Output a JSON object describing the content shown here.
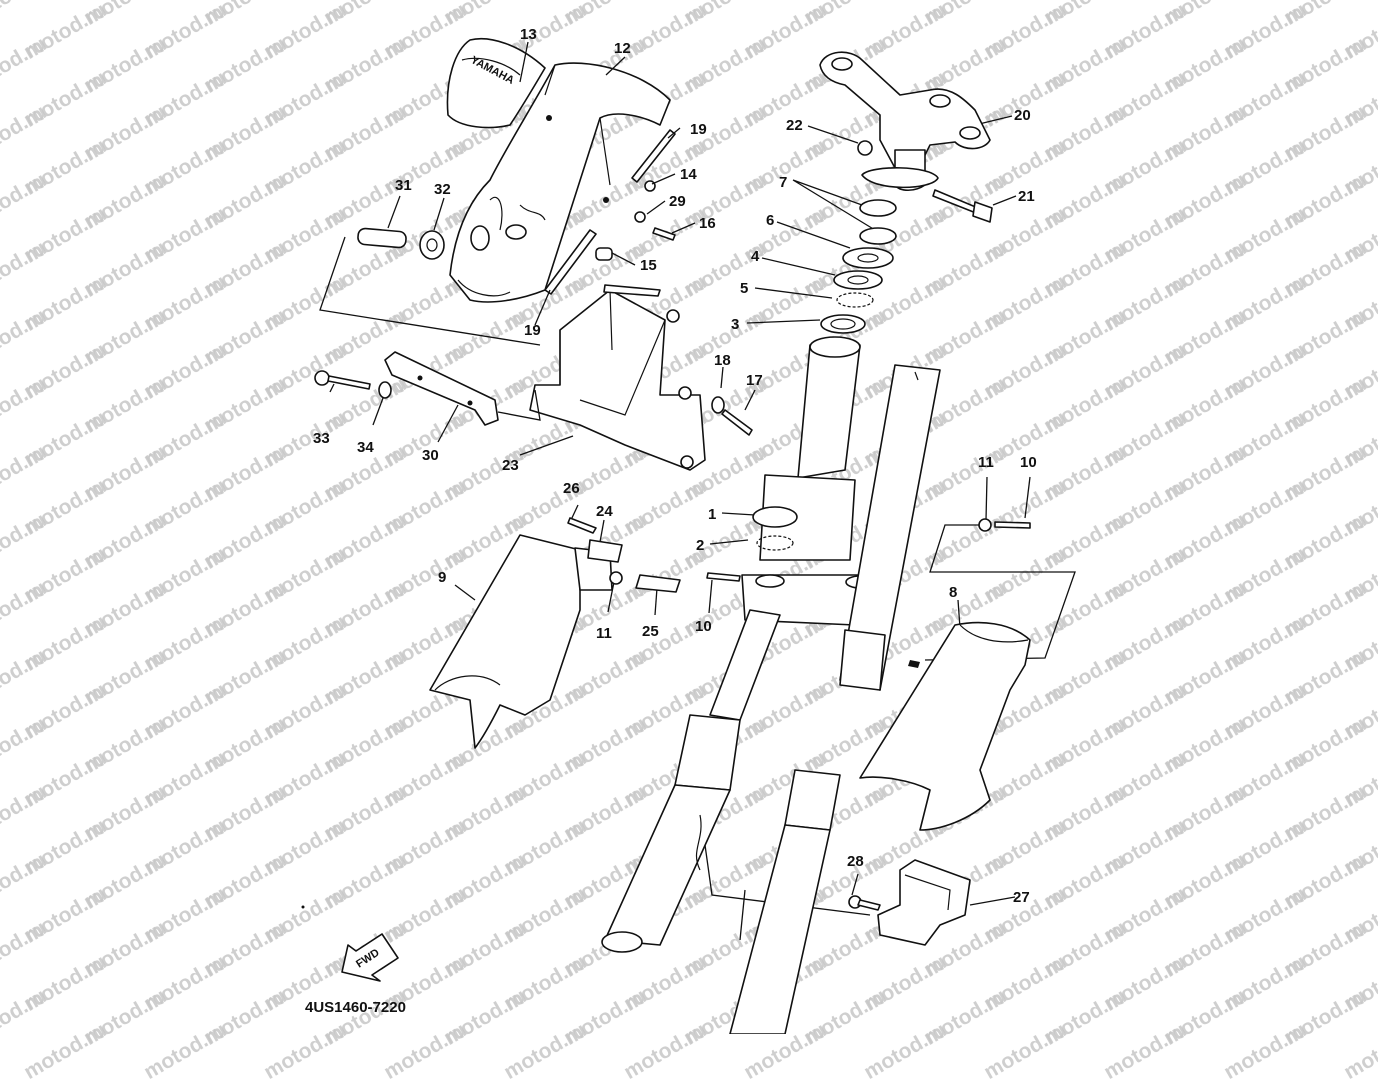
{
  "watermark": "motod.ru",
  "diagram_code": "4US1460-7220",
  "direction_arrow": {
    "label": "FWD",
    "icon": "fwd-arrow-icon"
  },
  "logo_text": "YAMAHA",
  "callouts": {
    "p1": "1",
    "p2": "2",
    "p3": "3",
    "p4": "4",
    "p5": "5",
    "p6": "6",
    "p7": "7",
    "p8": "8",
    "p9": "9",
    "p10a": "10",
    "p10b": "10",
    "p11a": "11",
    "p11b": "11",
    "p12": "12",
    "p13": "13",
    "p14": "14",
    "p15": "15",
    "p16": "16",
    "p17": "17",
    "p18": "18",
    "p19a": "19",
    "p19b": "19",
    "p20": "20",
    "p21": "21",
    "p22": "22",
    "p23": "23",
    "p24": "24",
    "p25": "25",
    "p26": "26",
    "p27": "27",
    "p28": "28",
    "p29": "29",
    "p30": "30",
    "p31": "31",
    "p32": "32",
    "p33": "33",
    "p34": "34"
  }
}
